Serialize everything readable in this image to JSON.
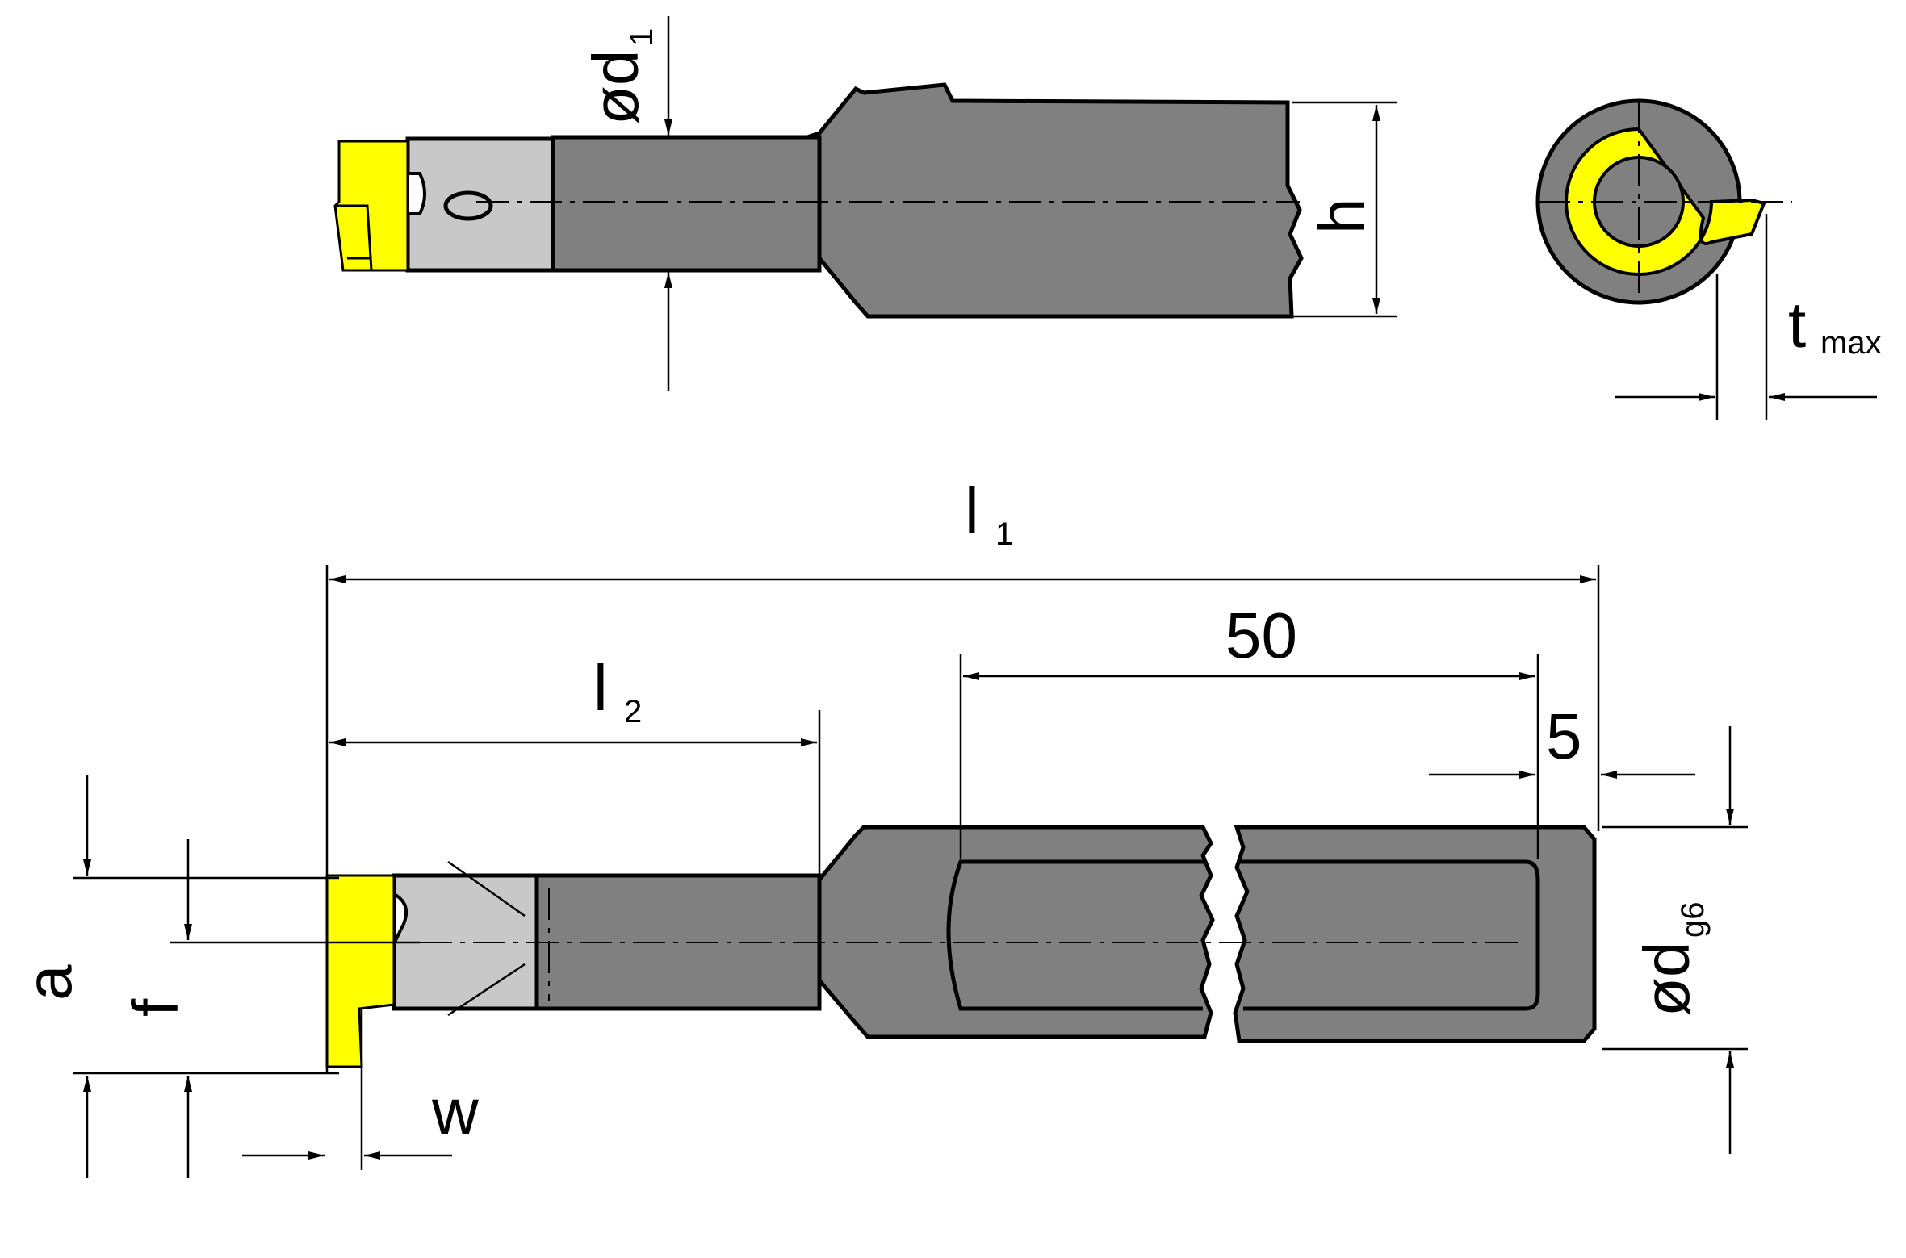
{
  "colors": {
    "body": "#808080",
    "light": "#c8c8c8",
    "insert": "#ffff00",
    "line": "#000000"
  },
  "labels": {
    "d1": {
      "main": "ød",
      "sub": "1"
    },
    "h": "h",
    "tmax": {
      "main": "t",
      "sub": "max"
    },
    "l1": {
      "main": "l",
      "sub": "1"
    },
    "l2": {
      "main": "l",
      "sub": "2"
    },
    "fifty": "50",
    "five": "5",
    "dg6": {
      "main": "ød",
      "sub": "g6"
    },
    "a": "a",
    "f": "f",
    "w": "w"
  }
}
